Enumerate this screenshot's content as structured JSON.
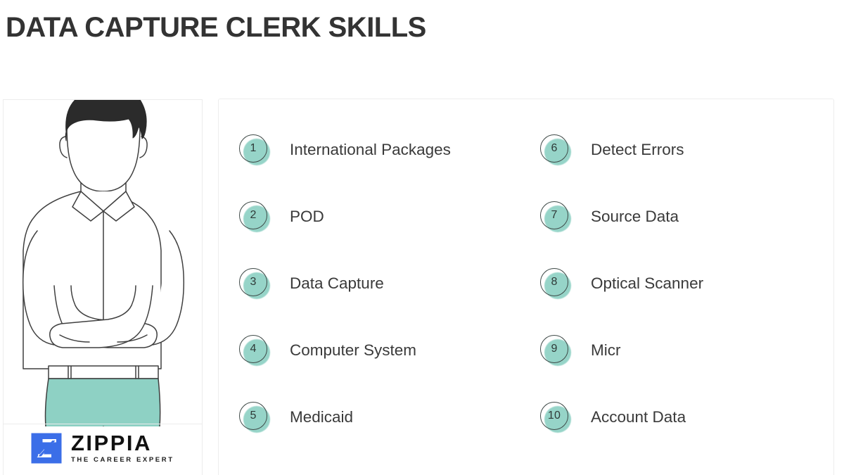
{
  "header": {
    "title": "DATA CAPTURE CLERK SKILLS"
  },
  "illustration": {
    "alt_name": "person-with-crossed-arms-illustration",
    "hair_color": "#2b2b2b",
    "pants_color": "#8ed1c4",
    "line_color": "#3f3f3f"
  },
  "logo": {
    "mark_name": "zippia-z-mark",
    "wordmark": "ZIPPIA",
    "tagline": "THE CAREER EXPERT",
    "mark_color": "#3b6ee8"
  },
  "skills": {
    "accent_color": "#8ed1c4",
    "text_color": "#3a3a3a",
    "columns": [
      {
        "items": [
          {
            "number": "1",
            "label": "International Packages"
          },
          {
            "number": "2",
            "label": "POD"
          },
          {
            "number": "3",
            "label": "Data Capture"
          },
          {
            "number": "4",
            "label": "Computer System"
          },
          {
            "number": "5",
            "label": "Medicaid"
          }
        ]
      },
      {
        "items": [
          {
            "number": "6",
            "label": "Detect Errors"
          },
          {
            "number": "7",
            "label": "Source Data"
          },
          {
            "number": "8",
            "label": "Optical Scanner"
          },
          {
            "number": "9",
            "label": "Micr"
          },
          {
            "number": "10",
            "label": "Account Data"
          }
        ]
      }
    ]
  }
}
